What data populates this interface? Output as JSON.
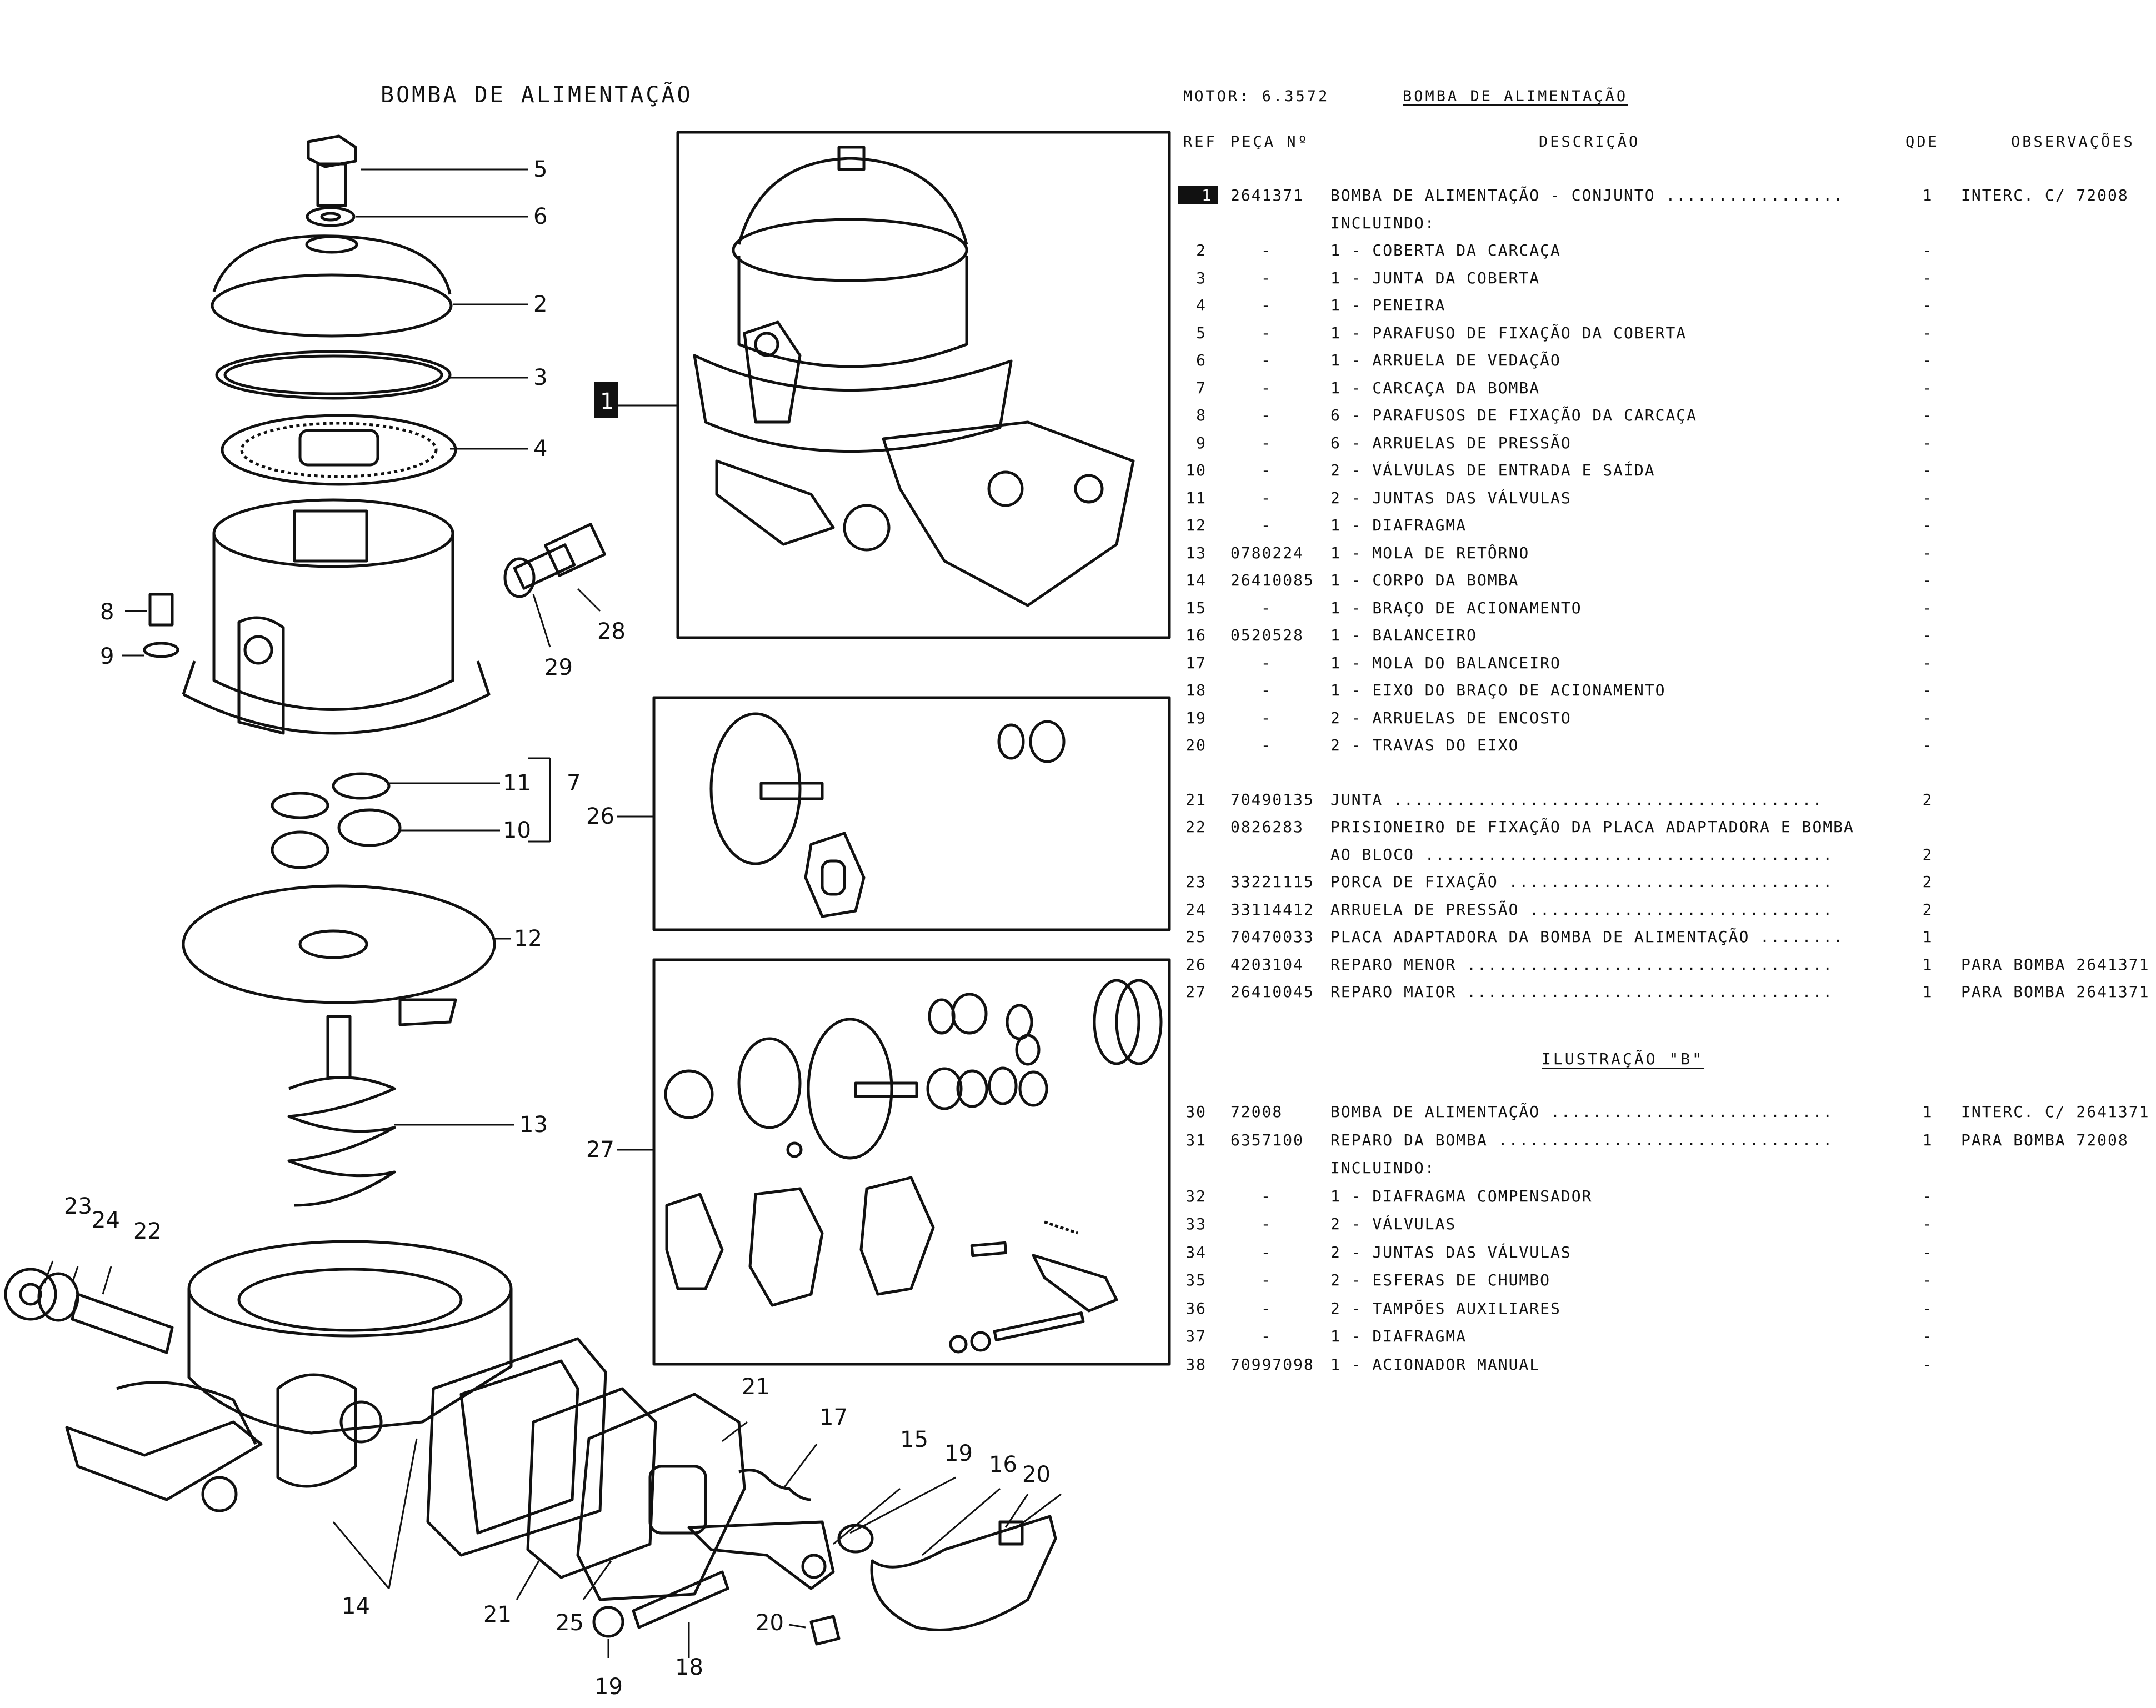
{
  "page": {
    "illustration_title": "BOMBA DE ALIMENTAÇÃO",
    "motor": "MOTOR: 6.3572",
    "catalog_title": "BOMBA DE ALIMENTAÇÃO"
  },
  "table": {
    "headers": {
      "ref": "REF",
      "peca": "PEÇA Nº",
      "descricao": "DESCRIÇÃO",
      "qde": "QDE",
      "obs": "OBSERVAÇÕES"
    },
    "rows": [
      {
        "ref": "1",
        "peca": "2641371",
        "desc": "BOMBA DE ALIMENTAÇÃO - CONJUNTO .................",
        "qty": "1",
        "obs": "INTERC. C/ 72008"
      },
      {
        "ref": "",
        "peca": "",
        "desc": " INCLUINDO:",
        "qty": "",
        "obs": ""
      },
      {
        "ref": "2",
        "peca": "-",
        "desc": " 1 - COBERTA DA CARCAÇA",
        "qty": "-",
        "obs": ""
      },
      {
        "ref": "3",
        "peca": "-",
        "desc": " 1 - JUNTA DA COBERTA",
        "qty": "-",
        "obs": ""
      },
      {
        "ref": "4",
        "peca": "-",
        "desc": " 1 - PENEIRA",
        "qty": "-",
        "obs": ""
      },
      {
        "ref": "5",
        "peca": "-",
        "desc": " 1 - PARAFUSO DE FIXAÇÃO DA COBERTA",
        "qty": "-",
        "obs": ""
      },
      {
        "ref": "6",
        "peca": "-",
        "desc": " 1 - ARRUELA DE VEDAÇÃO",
        "qty": "-",
        "obs": ""
      },
      {
        "ref": "7",
        "peca": "-",
        "desc": " 1 - CARCAÇA DA BOMBA",
        "qty": "-",
        "obs": ""
      },
      {
        "ref": "8",
        "peca": "-",
        "desc": " 6 - PARAFUSOS DE FIXAÇÃO DA CARCAÇA",
        "qty": "-",
        "obs": ""
      },
      {
        "ref": "9",
        "peca": "-",
        "desc": " 6 - ARRUELAS DE PRESSÃO",
        "qty": "-",
        "obs": ""
      },
      {
        "ref": "10",
        "peca": "-",
        "desc": " 2 - VÁLVULAS DE ENTRADA E SAÍDA",
        "qty": "-",
        "obs": ""
      },
      {
        "ref": "11",
        "peca": "-",
        "desc": " 2 - JUNTAS DAS VÁLVULAS",
        "qty": "-",
        "obs": ""
      },
      {
        "ref": "12",
        "peca": "-",
        "desc": " 1 - DIAFRAGMA",
        "qty": "-",
        "obs": ""
      },
      {
        "ref": "13",
        "peca": "0780224",
        "desc": " 1 - MOLA DE RETÔRNO",
        "qty": "-",
        "obs": ""
      },
      {
        "ref": "14",
        "peca": "26410085",
        "desc": " 1 - CORPO DA BOMBA",
        "qty": "-",
        "obs": ""
      },
      {
        "ref": "15",
        "peca": "-",
        "desc": " 1 - BRAÇO DE ACIONAMENTO",
        "qty": "-",
        "obs": ""
      },
      {
        "ref": "16",
        "peca": "0520528",
        "desc": " 1 - BALANCEIRO",
        "qty": "-",
        "obs": ""
      },
      {
        "ref": "17",
        "peca": "-",
        "desc": " 1 - MOLA DO BALANCEIRO",
        "qty": "-",
        "obs": ""
      },
      {
        "ref": "18",
        "peca": "-",
        "desc": " 1 - EIXO DO BRAÇO DE ACIONAMENTO",
        "qty": "-",
        "obs": ""
      },
      {
        "ref": "19",
        "peca": "-",
        "desc": " 2 - ARRUELAS DE ENCOSTO",
        "qty": "-",
        "obs": ""
      },
      {
        "ref": "20",
        "peca": "-",
        "desc": " 2 - TRAVAS DO EIXO",
        "qty": "-",
        "obs": ""
      },
      {
        "ref": "21",
        "peca": "70490135",
        "desc": "JUNTA .........................................",
        "qty": "2",
        "obs": ""
      },
      {
        "ref": "22",
        "peca": "0826283",
        "desc": "PRISIONEIRO DE FIXAÇÃO DA PLACA ADAPTADORA E BOMBA",
        "qty": "",
        "obs": ""
      },
      {
        "ref": "",
        "peca": "",
        "desc": "AO BLOCO .......................................",
        "qty": "2",
        "obs": ""
      },
      {
        "ref": "23",
        "peca": "33221115",
        "desc": "PORCA DE FIXAÇÃO ...............................",
        "qty": "2",
        "obs": ""
      },
      {
        "ref": "24",
        "peca": "33114412",
        "desc": "ARRUELA DE PRESSÃO .............................",
        "qty": "2",
        "obs": ""
      },
      {
        "ref": "25",
        "peca": "70470033",
        "desc": "PLACA ADAPTADORA DA BOMBA DE ALIMENTAÇÃO ........",
        "qty": "1",
        "obs": ""
      },
      {
        "ref": "26",
        "peca": "4203104",
        "desc": "REPARO MENOR ...................................",
        "qty": "1",
        "obs": "PARA BOMBA 2641371"
      },
      {
        "ref": "27",
        "peca": "26410045",
        "desc": "REPARO MAIOR ...................................",
        "qty": "1",
        "obs": "PARA BOMBA 2641371"
      }
    ],
    "section_b_title": "ILUSTRAÇÃO \"B\"",
    "rows_b": [
      {
        "ref": "30",
        "peca": "72008",
        "desc": "BOMBA DE ALIMENTAÇÃO ...........................",
        "qty": "1",
        "obs": "INTERC. C/ 2641371"
      },
      {
        "ref": "31",
        "peca": "6357100",
        "desc": "REPARO DA BOMBA ................................",
        "qty": "1",
        "obs": "PARA BOMBA 72008"
      },
      {
        "ref": "",
        "peca": "",
        "desc": " INCLUINDO:",
        "qty": "",
        "obs": ""
      },
      {
        "ref": "32",
        "peca": "-",
        "desc": " 1 - DIAFRAGMA COMPENSADOR",
        "qty": "-",
        "obs": ""
      },
      {
        "ref": "33",
        "peca": "-",
        "desc": " 2 - VÁLVULAS",
        "qty": "-",
        "obs": ""
      },
      {
        "ref": "34",
        "peca": "-",
        "desc": " 2 - JUNTAS DAS VÁLVULAS",
        "qty": "-",
        "obs": ""
      },
      {
        "ref": "35",
        "peca": "-",
        "desc": " 2 - ESFERAS DE CHUMBO",
        "qty": "-",
        "obs": ""
      },
      {
        "ref": "36",
        "peca": "-",
        "desc": " 2 - TAMPÕES AUXILIARES",
        "qty": "-",
        "obs": ""
      },
      {
        "ref": "37",
        "peca": "-",
        "desc": " 1 - DIAFRAGMA",
        "qty": "-",
        "obs": ""
      },
      {
        "ref": "38",
        "peca": "70997098",
        "desc": " 1 - ACIONADOR MANUAL",
        "qty": "-",
        "obs": ""
      }
    ]
  },
  "callouts": {
    "c1": "1",
    "c2": "2",
    "c3": "3",
    "c4": "4",
    "c5": "5",
    "c6": "6",
    "c7": "7",
    "c8": "8",
    "c9": "9",
    "c10": "10",
    "c11": "11",
    "c12": "12",
    "c13": "13",
    "c14": "14",
    "c15": "15",
    "c16": "16",
    "c17": "17",
    "c18": "18",
    "c19": "19",
    "c20": "20",
    "c21": "21",
    "c22": "22",
    "c23": "23",
    "c24": "24",
    "c25": "25",
    "c26": "26",
    "c27": "27",
    "c28": "28",
    "c29": "29"
  }
}
